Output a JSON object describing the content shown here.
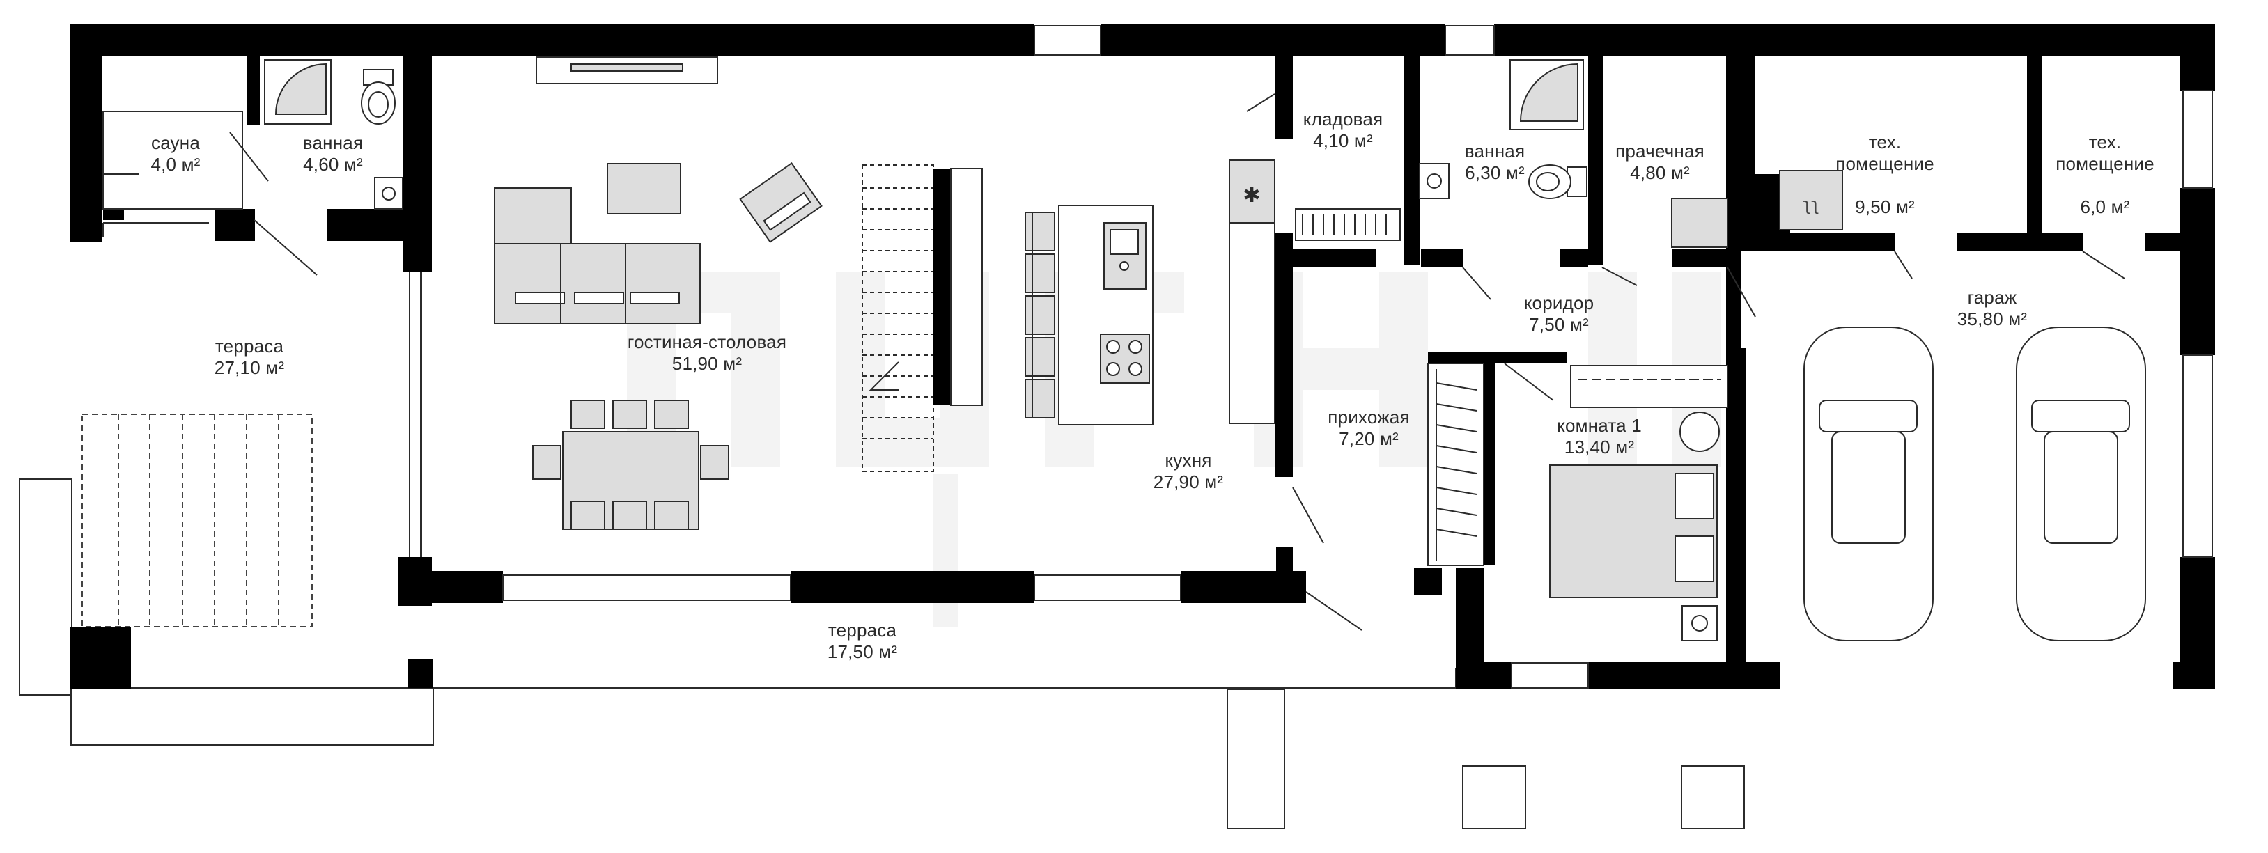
{
  "plan": {
    "rooms": [
      {
        "id": "sauna",
        "name": "сауна",
        "area": "4,0 м²"
      },
      {
        "id": "bath-1",
        "name": "ванная",
        "area": "4,60 м²"
      },
      {
        "id": "terrace-left",
        "name": "терраса",
        "area": "27,10 м²"
      },
      {
        "id": "living-dining",
        "name": "гостиная-столовая",
        "area": "51,90 м²"
      },
      {
        "id": "kitchen",
        "name": "кухня",
        "area": "27,90 м²"
      },
      {
        "id": "pantry",
        "name": "кладовая",
        "area": "4,10 м²"
      },
      {
        "id": "bath-2",
        "name": "ванная",
        "area": "6,30 м²"
      },
      {
        "id": "laundry",
        "name": "прачечная",
        "area": "4,80 м²"
      },
      {
        "id": "tech-room-1",
        "name": "тех.\nпомещение",
        "area": "9,50 м²"
      },
      {
        "id": "tech-room-2",
        "name": "тех.\nпомещение",
        "area": "6,0 м²"
      },
      {
        "id": "garage",
        "name": "гараж",
        "area": "35,80 м²"
      },
      {
        "id": "corridor",
        "name": "коридор",
        "area": "7,50 м²"
      },
      {
        "id": "hallway",
        "name": "прихожая",
        "area": "7,20 м²"
      },
      {
        "id": "room-1",
        "name": "комната 1",
        "area": "13,40 м²"
      },
      {
        "id": "terrace-bottom",
        "name": "терраса",
        "area": "17,50 м²"
      }
    ]
  }
}
